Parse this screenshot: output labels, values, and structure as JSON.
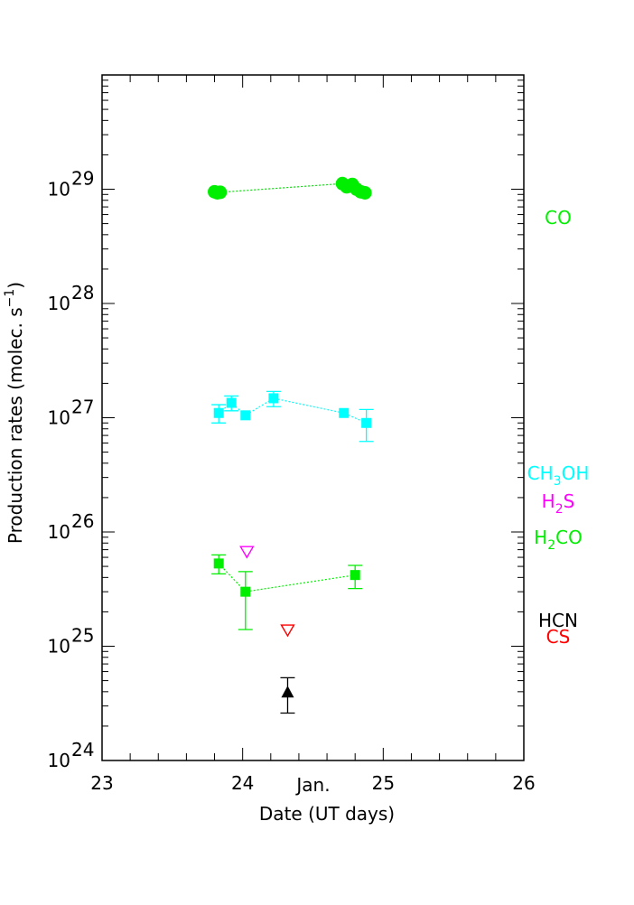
{
  "chart_data": {
    "type": "scatter",
    "title": "",
    "xlabel": "Date (UT days)",
    "ylabel": "Production rates (molec. s",
    "ylabel_sup": "−1",
    "ylabel_close": ")",
    "x_annotation": "Jan.",
    "xlim": [
      23,
      26
    ],
    "ylim": [
      1e+24,
      1e+30
    ],
    "yscale": "log",
    "xticks": [
      23,
      24,
      25,
      26
    ],
    "xtick_labels": [
      "23",
      "24",
      "25",
      "26"
    ],
    "yticks": [
      1e+24,
      1e+25,
      1e+26,
      1e+27,
      1e+28,
      1e+29
    ],
    "ytick_base": "10",
    "ytick_exponents": [
      "24",
      "25",
      "26",
      "27",
      "28",
      "29"
    ],
    "grid": false,
    "series": [
      {
        "name": "CO",
        "label": {
          "text": "CO",
          "sub": "",
          "tail": ""
        },
        "color": "#00ee00",
        "marker": "circle",
        "connected": true,
        "points": [
          {
            "x": 23.8,
            "y": 9.5e+28
          },
          {
            "x": 23.82,
            "y": 9.3e+28
          },
          {
            "x": 23.84,
            "y": 9.4e+28
          },
          {
            "x": 24.71,
            "y": 1.12e+29
          },
          {
            "x": 24.74,
            "y": 1.05e+29
          },
          {
            "x": 24.78,
            "y": 1.1e+29
          },
          {
            "x": 24.81,
            "y": 1e+29
          },
          {
            "x": 24.84,
            "y": 9.5e+28
          },
          {
            "x": 24.87,
            "y": 9.3e+28
          }
        ]
      },
      {
        "name": "CH3OH",
        "label": {
          "text": "CH",
          "sub": "3",
          "tail": "OH"
        },
        "color": "#00ffff",
        "marker": "square",
        "connected": true,
        "points": [
          {
            "x": 23.83,
            "y": 1.1e+27,
            "ylo": 9e+26,
            "yhi": 1.3e+27
          },
          {
            "x": 23.92,
            "y": 1.35e+27,
            "ylo": 1.15e+27,
            "yhi": 1.55e+27
          },
          {
            "x": 24.02,
            "y": 1.05e+27
          },
          {
            "x": 24.22,
            "y": 1.48e+27,
            "ylo": 1.25e+27,
            "yhi": 1.7e+27
          },
          {
            "x": 24.72,
            "y": 1.1e+27
          },
          {
            "x": 24.88,
            "y": 9e+26,
            "ylo": 6.2e+26,
            "yhi": 1.18e+27
          }
        ]
      },
      {
        "name": "H2S",
        "label": {
          "text": "H",
          "sub": "2",
          "tail": "S"
        },
        "color": "#ff00ff",
        "marker": "triangle-down-open",
        "connected": false,
        "points": [
          {
            "x": 24.03,
            "y": 6.8e+25
          }
        ]
      },
      {
        "name": "H2CO",
        "label": {
          "text": "H",
          "sub": "2",
          "tail": "CO"
        },
        "color": "#00ee00",
        "marker": "square",
        "connected": true,
        "points": [
          {
            "x": 23.83,
            "y": 5.3e+25,
            "ylo": 4.3e+25,
            "yhi": 6.3e+25
          },
          {
            "x": 24.02,
            "y": 3e+25,
            "ylo": 1.4e+25,
            "yhi": 4.5e+25
          },
          {
            "x": 24.8,
            "y": 4.2e+25,
            "ylo": 3.2e+25,
            "yhi": 5.1e+25
          }
        ]
      },
      {
        "name": "HCN",
        "label": {
          "text": "HCN",
          "sub": "",
          "tail": ""
        },
        "color": "#000000",
        "marker": "triangle-up",
        "connected": false,
        "points": [
          {
            "x": 24.32,
            "y": 3.9e+24,
            "ylo": 2.6e+24,
            "yhi": 5.3e+24
          }
        ]
      },
      {
        "name": "CS",
        "label": {
          "text": "CS",
          "sub": "",
          "tail": ""
        },
        "color": "#ff0000",
        "marker": "triangle-down-open",
        "connected": false,
        "points": [
          {
            "x": 24.32,
            "y": 1.4e+25
          }
        ]
      }
    ]
  }
}
